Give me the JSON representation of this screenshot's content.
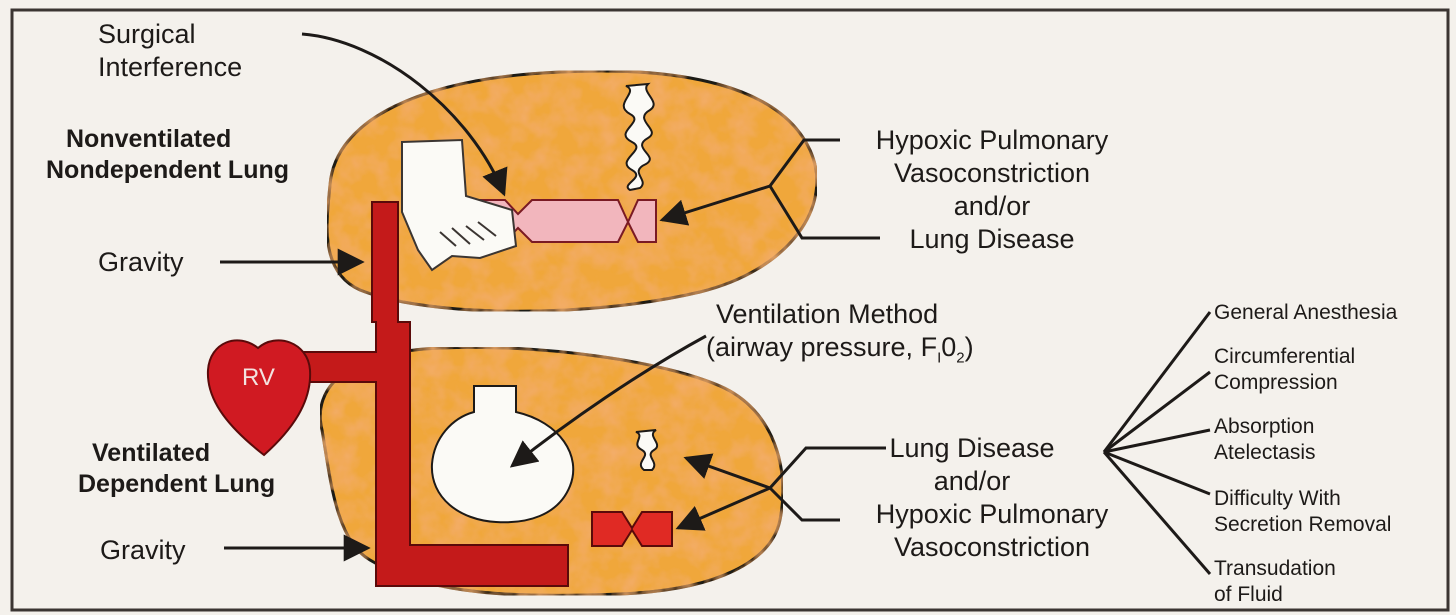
{
  "labels": {
    "surgical": [
      "Surgical",
      "Interference"
    ],
    "nonventilated": [
      "Nonventilated",
      "Nondependent Lung"
    ],
    "gravity_top": "Gravity",
    "hpv_top": [
      "Hypoxic Pulmonary",
      "Vasoconstriction",
      "and/or",
      "Lung Disease"
    ],
    "rv": "RV",
    "ventilation": [
      "Ventilation Method",
      "(airway pressure, F",
      "I",
      "0",
      "2",
      ")"
    ],
    "ventilated": [
      "Ventilated",
      "Dependent Lung"
    ],
    "gravity_bottom": "Gravity",
    "disease_bottom": [
      "Lung Disease",
      "and/or",
      "Hypoxic Pulmonary",
      "Vasoconstriction"
    ],
    "causes": [
      [
        "General Anesthesia"
      ],
      [
        "Circumferential",
        "Compression"
      ],
      [
        "Absorption",
        "Atelectasis"
      ],
      [
        "Difficulty With",
        "Secretion Removal"
      ],
      [
        "Transudation",
        "of Fluid"
      ]
    ]
  },
  "colors": {
    "lung_fill": "#f0a73a",
    "lung_mottle": "#e9742a",
    "vessel": "#c41a1a",
    "heart": "#d01a22",
    "airway": "#f2b6bd",
    "background": "#f4f1ec"
  }
}
